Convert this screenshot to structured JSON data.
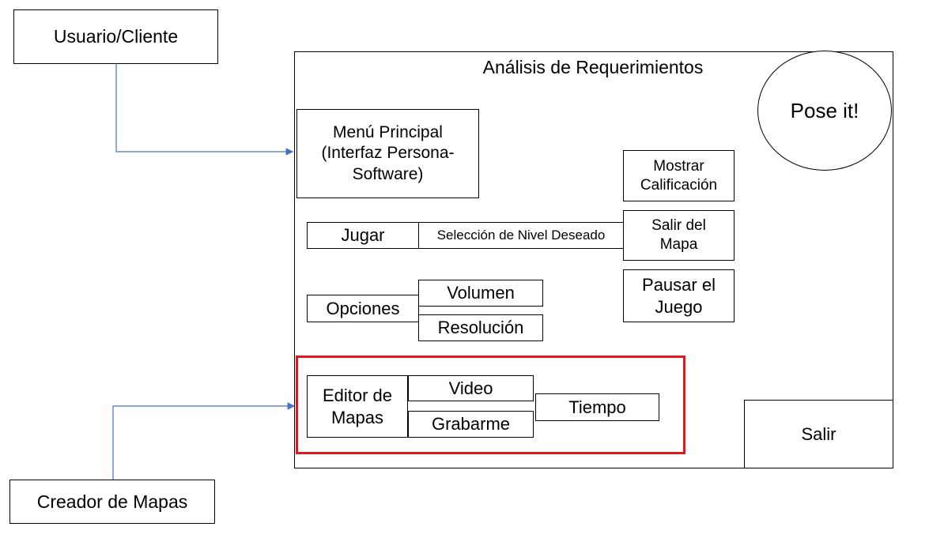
{
  "actors": {
    "user": "Usuario/Cliente",
    "creator": "Creador de Mapas"
  },
  "main": {
    "title": "Análisis de Requerimientos",
    "logo": "Pose it!",
    "menu": "Menú Principal (Interfaz Persona-Software)",
    "play": "Jugar",
    "level_select": "Selección de Nivel Deseado",
    "show_score": "Mostrar Calificación",
    "exit_map": "Salir del Mapa",
    "pause": "Pausar el Juego",
    "options": "Opciones",
    "volume": "Volumen",
    "resolution": "Resolución",
    "map_editor": "Editor de Mapas",
    "video": "Video",
    "record": "Grabarme",
    "time": "Tiempo",
    "exit": "Salir"
  },
  "colors": {
    "connector": "#4472c4",
    "highlight": "#e0191e"
  }
}
